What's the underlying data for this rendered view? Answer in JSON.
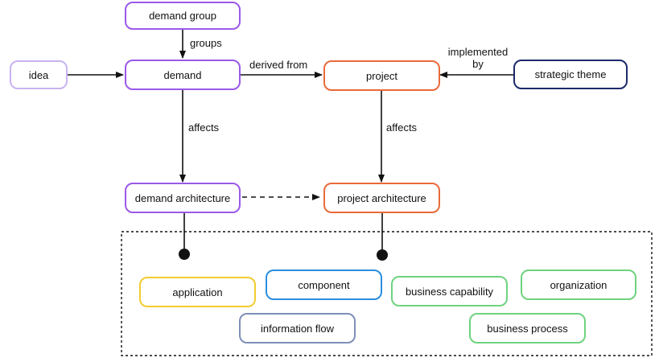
{
  "colors": {
    "purple": "#9b59e8",
    "light_purple": "#c9b3f2",
    "orange": "#ea6a3a",
    "navy": "#1c2a6b",
    "yellow": "#f2cc2e",
    "blue": "#2b8ee0",
    "green": "#6fd37f",
    "slate": "#7f8fb8",
    "line": "#111111"
  },
  "nodes": {
    "demand_group": "demand group",
    "idea": "idea",
    "demand": "demand",
    "project": "project",
    "strategic_theme": "strategic theme",
    "demand_architecture": "demand architecture",
    "project_architecture": "project architecture",
    "application": "application",
    "component": "component",
    "business_capability": "business capability",
    "organization": "organization",
    "information_flow": "information flow",
    "business_process": "business process"
  },
  "edges": {
    "groups": "groups",
    "derived_from": "derived from",
    "implemented_by_line1": "implemented",
    "implemented_by_line2": "by",
    "affects_demand": "affects",
    "affects_project": "affects"
  }
}
